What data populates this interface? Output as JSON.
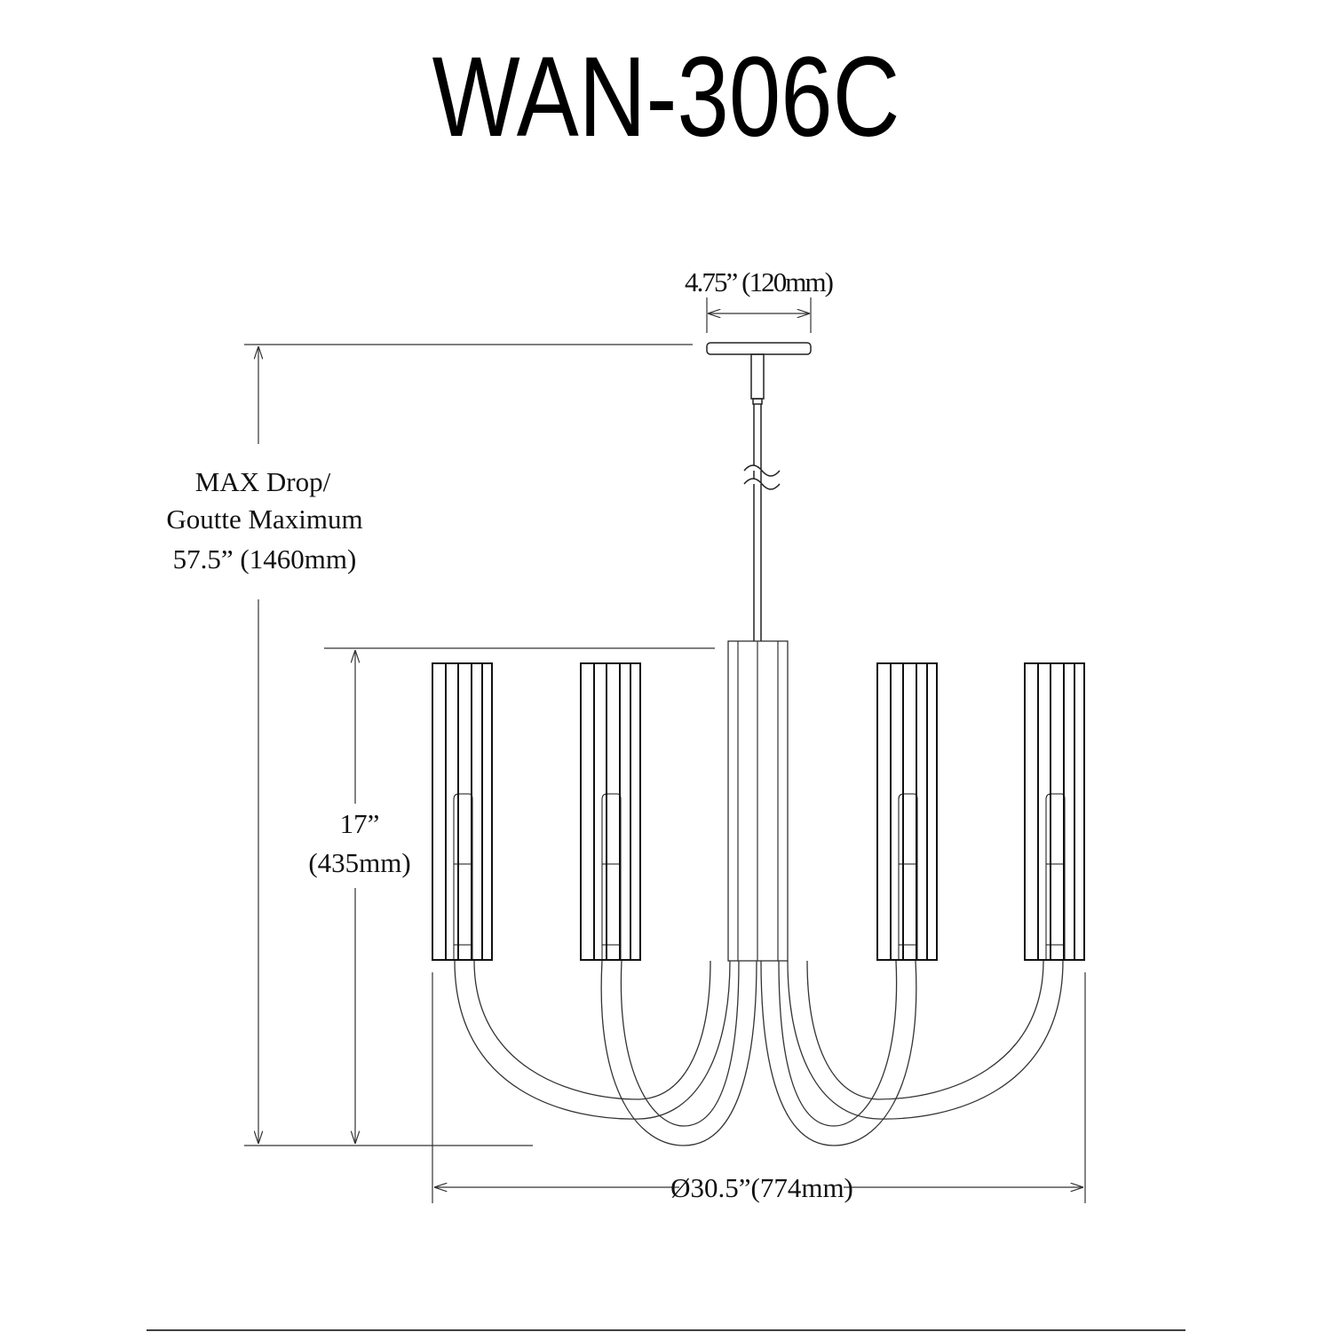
{
  "title": "WAN-306C",
  "dimensions": {
    "canopy_width": "4.75” (120mm)",
    "max_drop_line1": "MAX Drop/",
    "max_drop_line2": "Goutte Maximum",
    "max_drop_line3": "57.5” (1460mm)",
    "height_line1": "17”",
    "height_line2": "(435mm)",
    "diameter": "Ø30.5”(774mm)"
  }
}
